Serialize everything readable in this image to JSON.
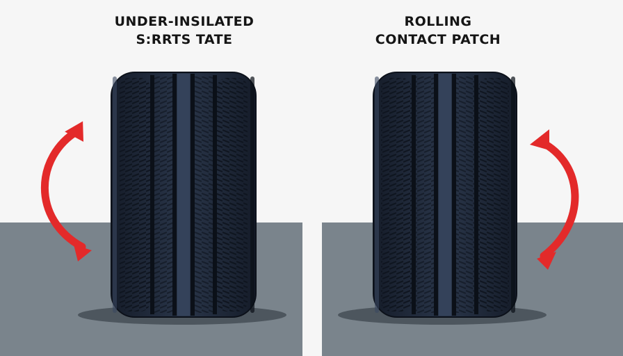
{
  "panels": [
    {
      "id": "left",
      "title_line1": "UNDER-INSILATED",
      "title_line2": "S:RRTS TATE"
    },
    {
      "id": "right",
      "title_line1": "ROLLING",
      "title_line2": "CONTACT PATCH"
    }
  ],
  "colors": {
    "background": "#f6f6f6",
    "ground": "#7a848c",
    "tire_dark": "#1c2535",
    "tire_mid": "#2c384c",
    "tire_highlight": "#3b4860",
    "shadow": "#4d565e",
    "arrow": "#e32a2a"
  },
  "icons": [
    "curved-arrow-icon",
    "tire-icon"
  ]
}
